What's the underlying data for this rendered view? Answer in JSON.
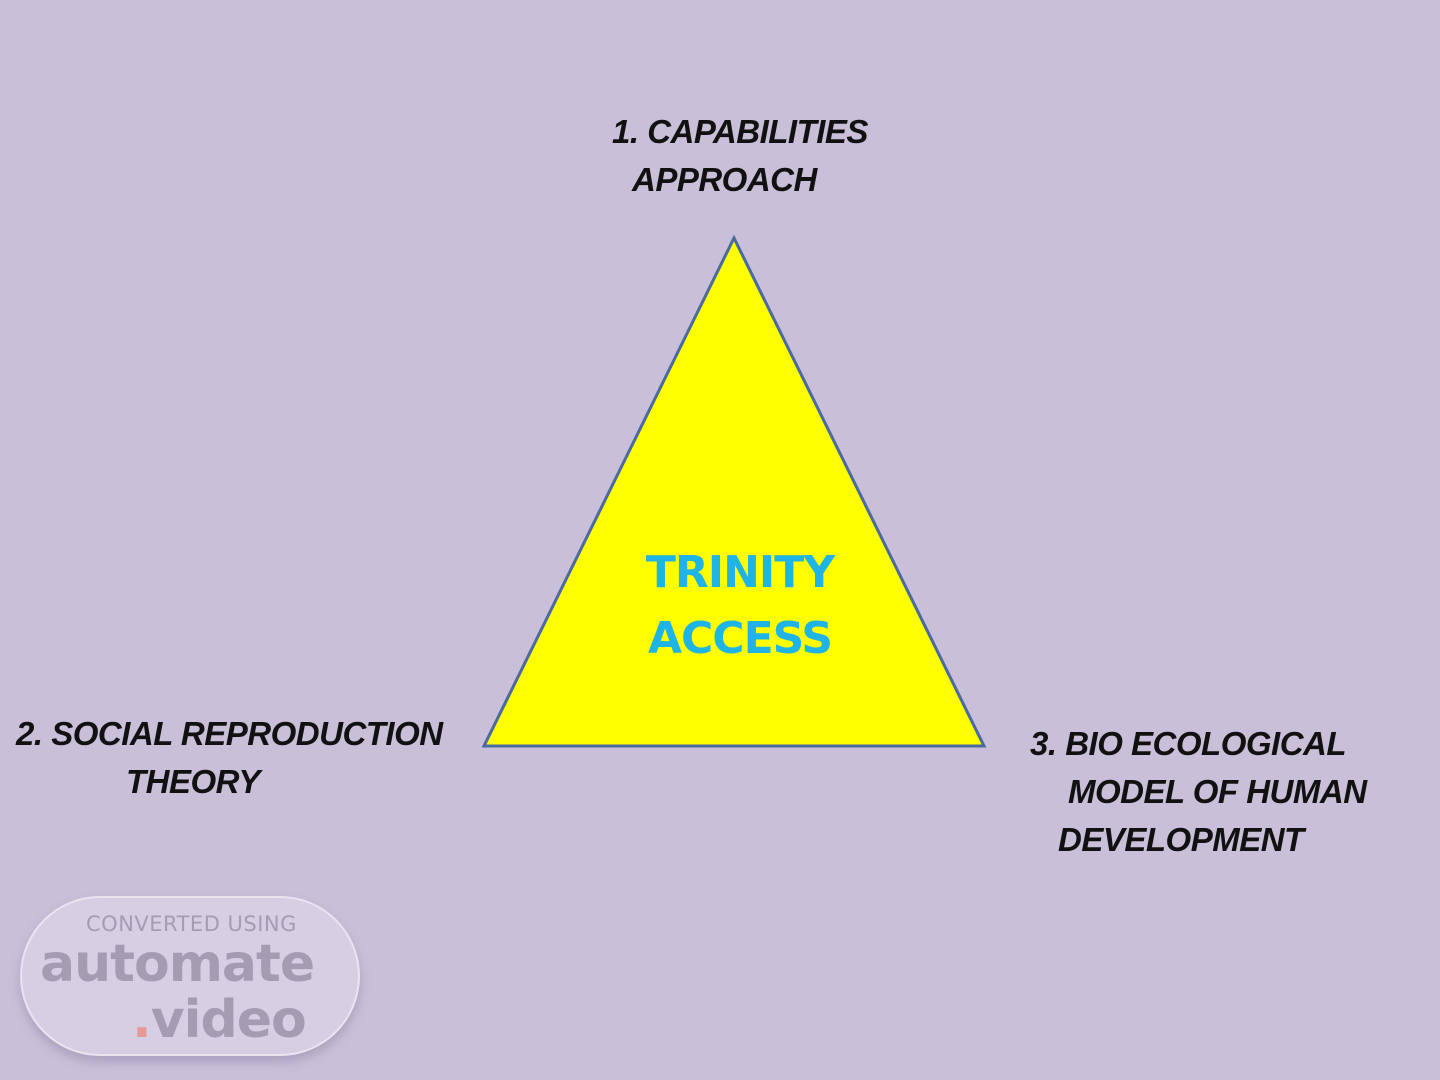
{
  "diagram": {
    "center": {
      "line1": "TRINITY",
      "line2": "ACCESS"
    },
    "vertices": {
      "top": {
        "line1": "1. CAPABILITIES",
        "line2": "APPROACH"
      },
      "left": {
        "line1": "2. SOCIAL REPRODUCTION",
        "line2": "THEORY"
      },
      "right": {
        "line1": "3. BIO ECOLOGICAL",
        "line2": "MODEL OF HUMAN",
        "line3": "DEVELOPMENT"
      }
    },
    "colors": {
      "background": "#c9bfd9",
      "triangle_fill": "#ffff00",
      "triangle_stroke": "#4a6aa0",
      "center_text": "#1fb4e6",
      "label_text": "#111111"
    }
  },
  "watermark": {
    "top": "CONVERTED USING",
    "main": "automate",
    "dot": ".",
    "sub": "video"
  }
}
